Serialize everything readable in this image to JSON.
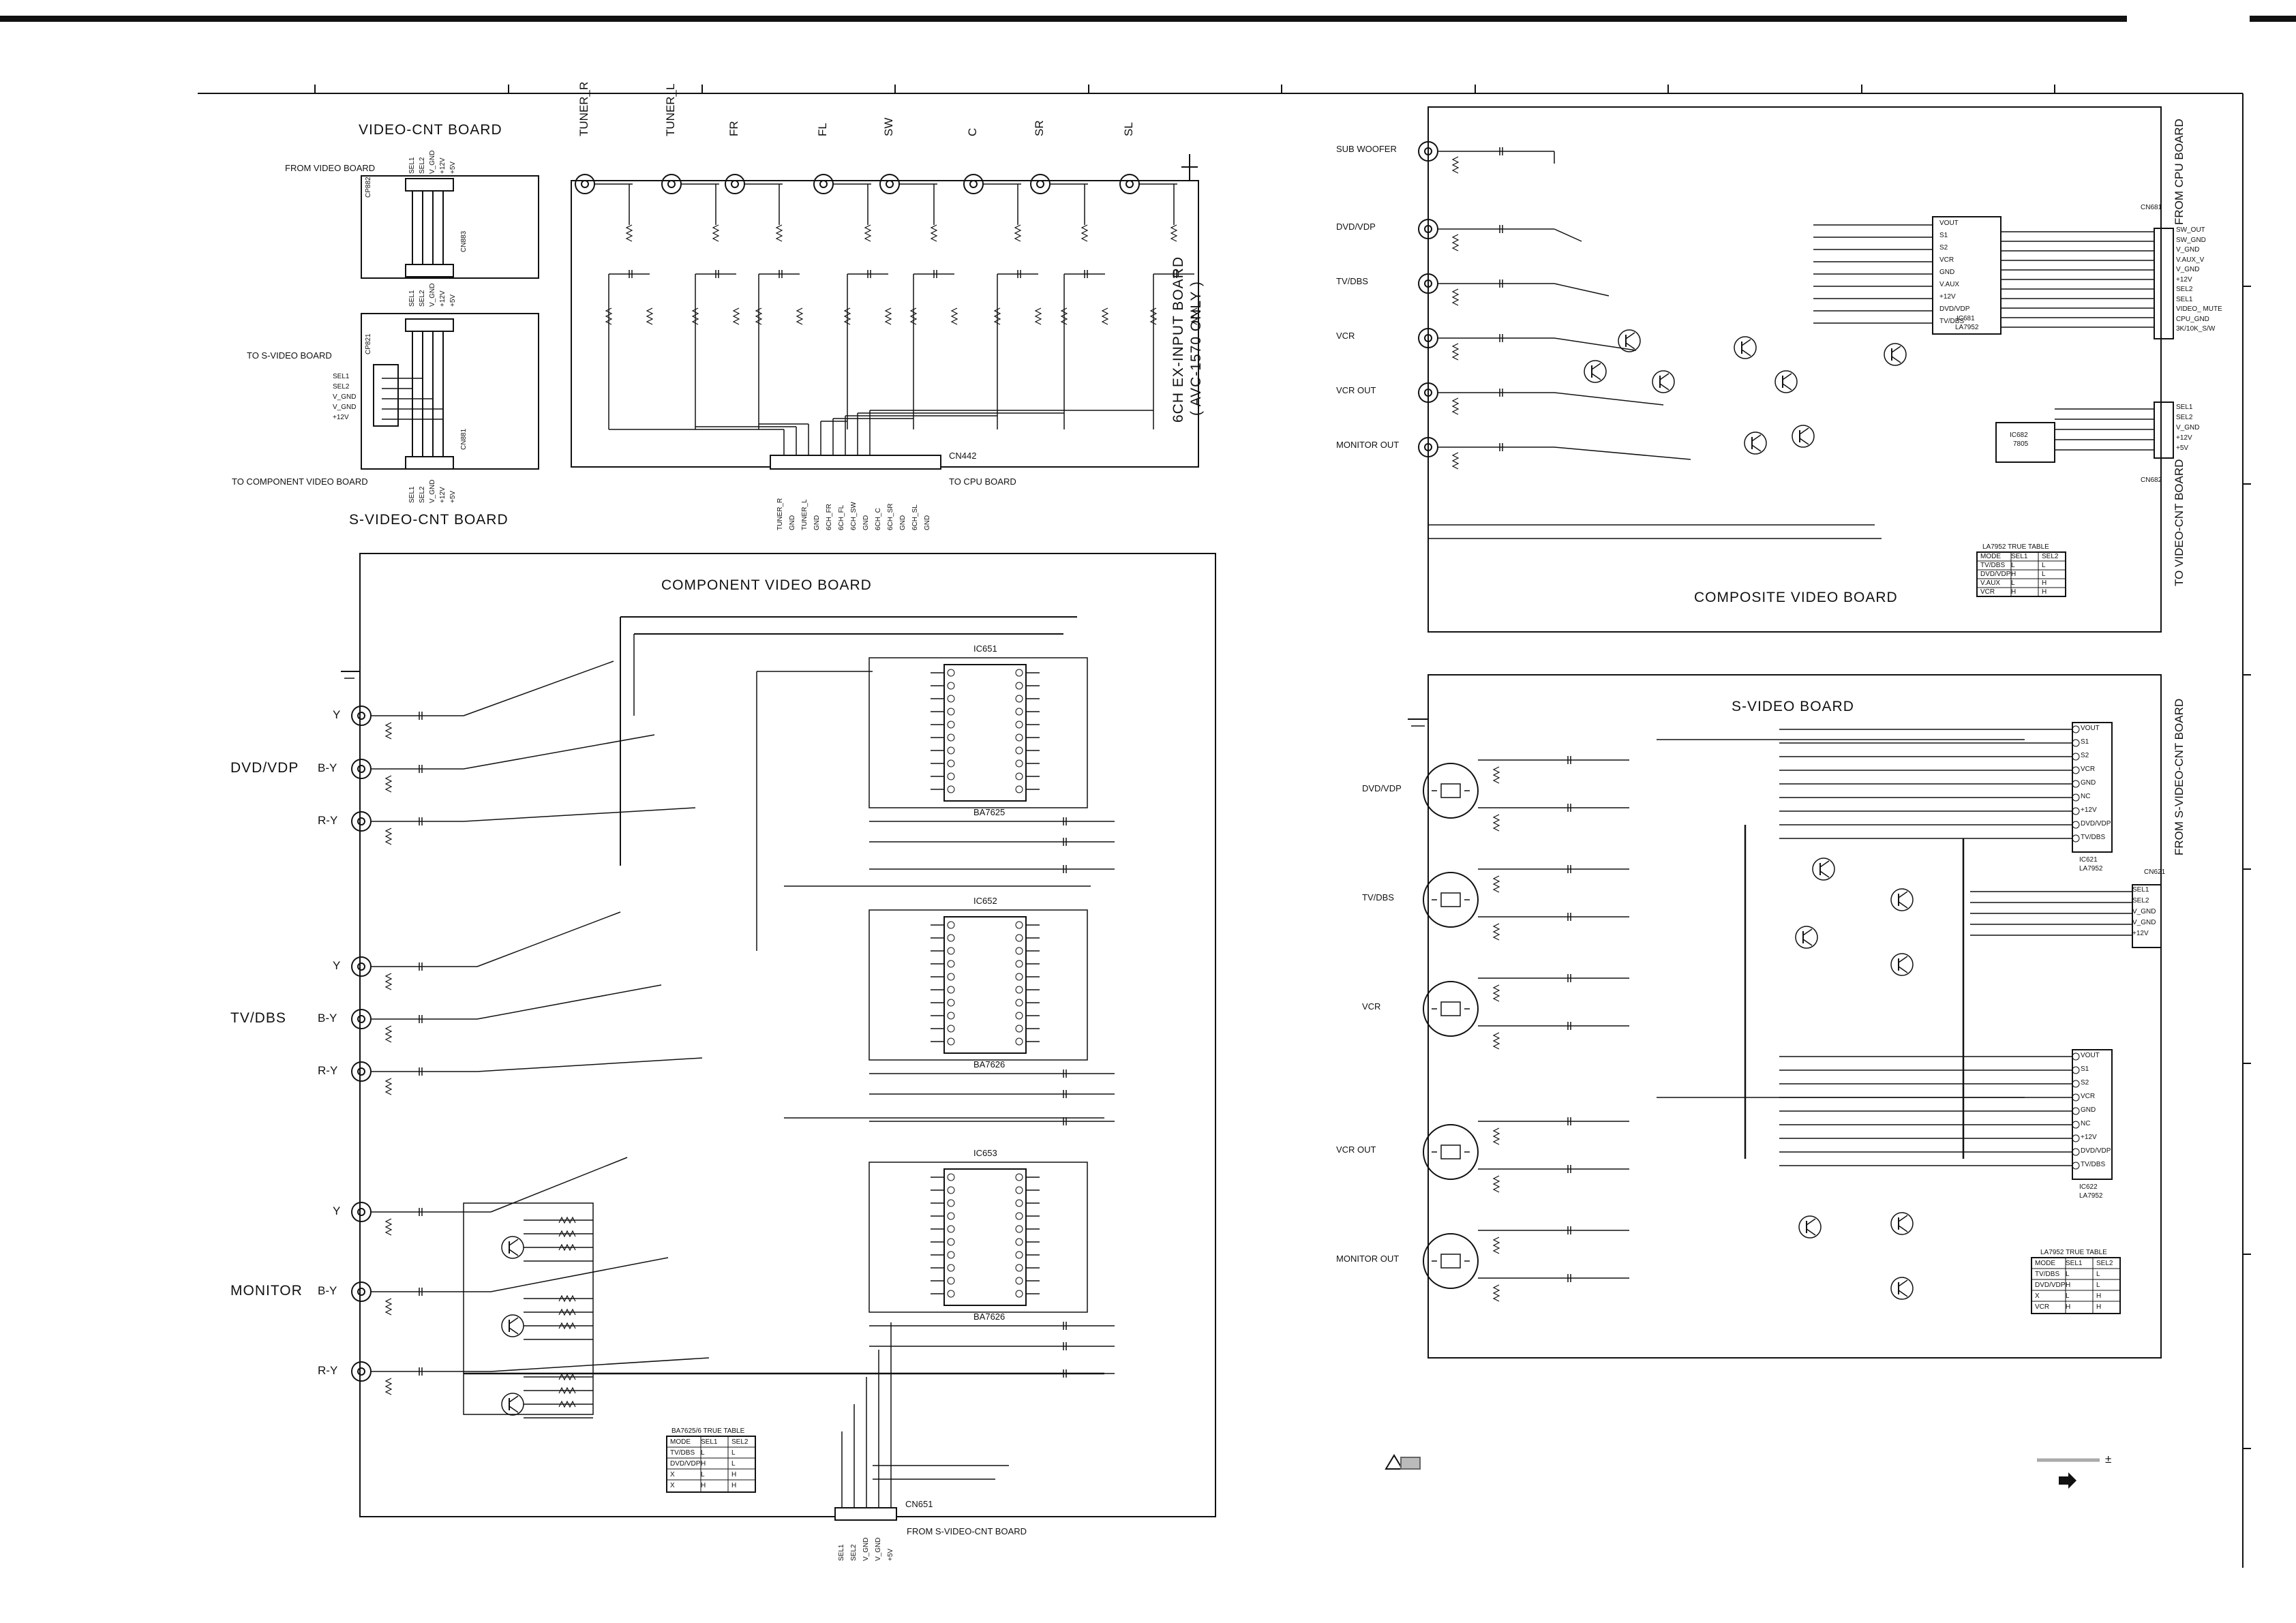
{
  "video_cnt_board": {
    "title": "VIDEO-CNT BOARD",
    "from_video_board": "FROM VIDEO BOARD",
    "to_s_video_board": "TO S-VIDEO BOARD",
    "to_component_video_board": "TO COMPONENT VIDEO BOARD",
    "connectors": [
      "CP882",
      "CN883",
      "CP821",
      "CN883",
      "CN881"
    ],
    "pins_top": [
      "SEL1",
      "SEL2",
      "V_GND",
      "+12V",
      "+5V"
    ],
    "pins_s": [
      "SEL1",
      "SEL2",
      "V_GND",
      "V_GND",
      "+12V"
    ]
  },
  "s_video_cnt_board": {
    "title": "S-VIDEO-CNT BOARD"
  },
  "ex_input_board": {
    "title": "6CH EX-INPUT BOARD",
    "subtitle": "( AVC-1570 ONLY )",
    "jacks": [
      "TUNER_R",
      "TUNER_L",
      "FR",
      "FL",
      "SW",
      "C",
      "SR",
      "SL"
    ],
    "connector": "CN442",
    "to_cpu": "TO CPU BOARD",
    "pin_names": [
      "TUNER_R",
      "GND",
      "TUNER_L",
      "GND",
      "6CH_FR",
      "6CH_FL",
      "6CH_SW",
      "GND",
      "6CH_C",
      "6CH_SR",
      "GND",
      "6CH_SL",
      "GND"
    ]
  },
  "component_video_board": {
    "title": "COMPONENT VIDEO BOARD",
    "groups": [
      {
        "name": "DVD/VDP",
        "jacks": [
          "Y",
          "B-Y",
          "R-Y"
        ]
      },
      {
        "name": "TV/DBS",
        "jacks": [
          "Y",
          "B-Y",
          "R-Y"
        ]
      },
      {
        "name": "MONITOR",
        "jacks": [
          "Y",
          "B-Y",
          "R-Y"
        ]
      }
    ],
    "ics": [
      {
        "ref": "IC651",
        "part": "BA7625"
      },
      {
        "ref": "IC652",
        "part": "BA7626"
      },
      {
        "ref": "IC653",
        "part": "BA7626"
      }
    ],
    "connector": "CN651",
    "from_label": "FROM S-VIDEO-CNT BOARD",
    "bottom_pins": [
      "SEL1",
      "SEL2",
      "V_GND",
      "V_GND",
      "+5V"
    ],
    "truth_table": {
      "title": "BA7625/6 TRUE TABLE",
      "headers": [
        "MODE",
        "SEL1",
        "SEL2"
      ],
      "rows": [
        [
          "TV/DBS",
          "L",
          "L"
        ],
        [
          "DVD/VDP",
          "H",
          "L"
        ],
        [
          "X",
          "L",
          "H"
        ],
        [
          "X",
          "H",
          "H"
        ]
      ]
    }
  },
  "composite_video_board": {
    "title": "COMPOSITE VIDEO BOARD",
    "inputs": [
      "SUB WOOFER",
      "DVD/VDP",
      "TV/DBS",
      "VCR",
      "VCR OUT",
      "MONITOR OUT"
    ],
    "ic_main": {
      "ref": "IC681",
      "part": "LA7952"
    },
    "ic_reg": {
      "ref": "IC682",
      "part": "7805"
    },
    "ic_pins": [
      "VOUT",
      "S1",
      "S2",
      "VCR",
      "GND",
      "V.AUX",
      "+12V",
      "DVD/VDP",
      "TV/DBS"
    ],
    "from_cpu": "FROM CPU BOARD",
    "to_video_cnt": "TO VIDEO-CNT BOARD",
    "cpu_pins": [
      "SW_OUT",
      "SW_GND",
      "V_GND",
      "V.AUX_V",
      "V_GND",
      "+12V",
      "SEL2",
      "SEL1",
      "VIDEO_ MUTE",
      "CPU_GND",
      "3K/10K_S/W"
    ],
    "cnt_pins": [
      "SEL1",
      "SEL2",
      "V_GND",
      "+12V",
      "+5V"
    ],
    "connectors": [
      "CN681",
      "CN682"
    ],
    "truth_table": {
      "title": "LA7952 TRUE TABLE",
      "headers": [
        "MODE",
        "SEL1",
        "SEL2"
      ],
      "rows": [
        [
          "TV/DBS",
          "L",
          "L"
        ],
        [
          "DVD/VDP",
          "H",
          "L"
        ],
        [
          "V.AUX",
          "L",
          "H"
        ],
        [
          "VCR",
          "H",
          "H"
        ]
      ]
    }
  },
  "s_video_board": {
    "title": "S-VIDEO BOARD",
    "inputs": [
      "DVD/VDP",
      "TV/DBS",
      "VCR",
      "VCR OUT",
      "MONITOR OUT"
    ],
    "ics": [
      {
        "ref": "IC621",
        "part": "LA7952"
      },
      {
        "ref": "IC622",
        "part": "LA7952"
      }
    ],
    "ic_pins": [
      "VOUT",
      "S1",
      "S2",
      "VCR",
      "GND",
      "NC",
      "+12V",
      "DVD/VDP",
      "TV/DBS"
    ],
    "from_label": "FROM S-VIDEO-CNT BOARD",
    "connector": "CN621",
    "cnt_pins": [
      "SEL1",
      "SEL2",
      "V_GND",
      "V_GND",
      "+12V"
    ],
    "truth_table": {
      "title": "LA7952 TRUE TABLE",
      "headers": [
        "MODE",
        "SEL1",
        "SEL2"
      ],
      "rows": [
        [
          "TV/DBS",
          "L",
          "L"
        ],
        [
          "DVD/VDP",
          "H",
          "L"
        ],
        [
          "X",
          "L",
          "H"
        ],
        [
          "VCR",
          "H",
          "H"
        ]
      ]
    }
  },
  "legend": {
    "note": "±"
  }
}
